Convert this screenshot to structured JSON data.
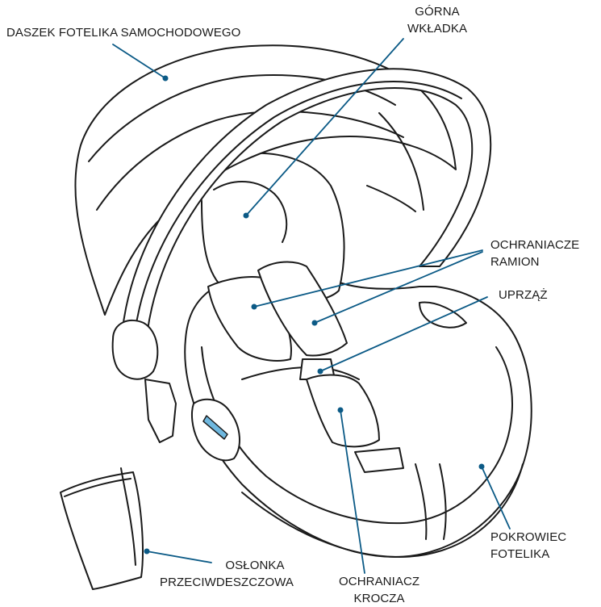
{
  "accent": "#0b5a86",
  "labels": {
    "canopy": "DASZEK FOTELIKA SAMOCHODOWEGO",
    "head_insert_1": "GÓRNA",
    "head_insert_2": "WKŁADKA",
    "shoulder_pads_1": "OCHRANIACZE",
    "shoulder_pads_2": "RAMION",
    "harness": "UPRZĄŻ",
    "seat_cover_1": "POKROWIEC",
    "seat_cover_2": "FOTELIKA",
    "crotch_pad_1": "OCHRANIACZ",
    "crotch_pad_2": "KROCZA",
    "rain_cover_1": "OSŁONKA",
    "rain_cover_2": "PRZECIWDESZCZOWA"
  }
}
